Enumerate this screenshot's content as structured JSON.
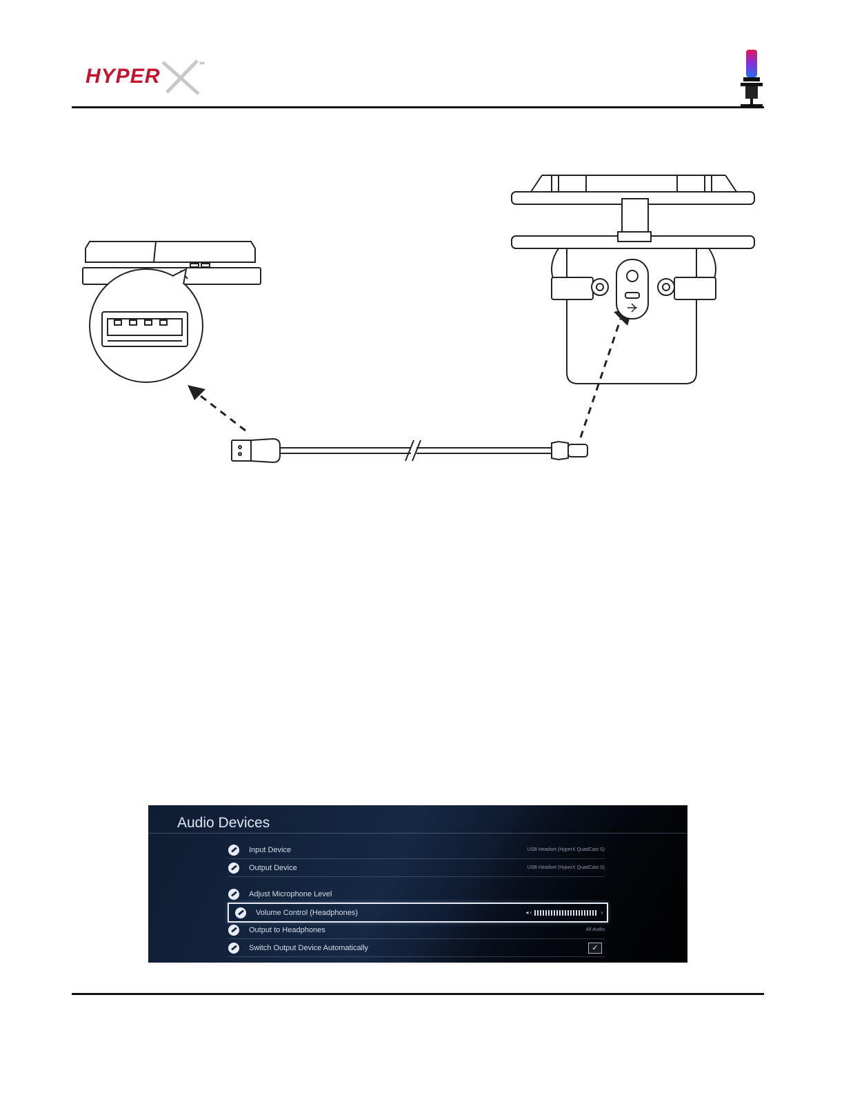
{
  "header": {
    "brand": "HYPERX",
    "brand_mark": "™",
    "brand_color": "#c4122f"
  },
  "diagram": {
    "icon": "ps4-console-usb-to-microphone-usb-c-diagram"
  },
  "screen": {
    "title": "Audio Devices",
    "rows": [
      {
        "label": "Input Device",
        "value": "USB Headset (HyperX QuadCast S)"
      },
      {
        "label": "Output Device",
        "value": "USB Headset (HyperX QuadCast S)"
      },
      {
        "label": "Adjust Microphone Level",
        "value": ""
      },
      {
        "label": "Volume Control (Headphones)",
        "value": ""
      },
      {
        "label": "Output to Headphones",
        "value": "All Audio"
      },
      {
        "label": "Switch Output Device Automatically",
        "value": ""
      }
    ],
    "slider_left": "◂ ‹",
    "slider_right": "›",
    "check_mark": "✓"
  }
}
